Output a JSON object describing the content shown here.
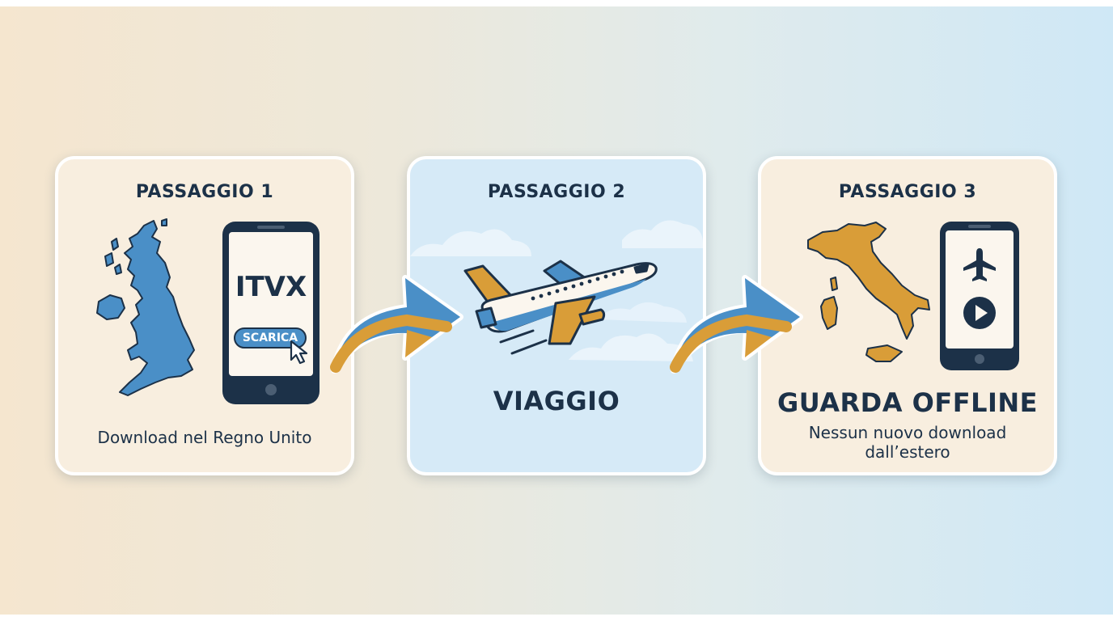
{
  "colors": {
    "navy": "#1c3148",
    "blue": "#4a8fc7",
    "gold": "#d99d38",
    "card_warm": "#f8eedf",
    "card_sky": "#d6eaf7"
  },
  "steps": [
    {
      "label": "PASSAGGIO 1",
      "phone_title": "ITVX",
      "button_label": "SCARICA",
      "caption": "Download nel Regno Unito",
      "icons": [
        "uk-map-icon",
        "smartphone-icon",
        "cursor-icon"
      ]
    },
    {
      "label": "PASSAGGIO 2",
      "title": "VIAGGIO",
      "icons": [
        "airplane-icon",
        "cloud-icon"
      ]
    },
    {
      "label": "PASSAGGIO 3",
      "title": "GUARDA OFFLINE",
      "caption_line1": "Nessun nuovo download",
      "caption_line2": "dall’estero",
      "icons": [
        "italy-map-icon",
        "smartphone-icon",
        "airplane-mode-icon",
        "play-icon"
      ]
    }
  ],
  "connectors": [
    "arrow-right-icon",
    "arrow-right-icon"
  ]
}
